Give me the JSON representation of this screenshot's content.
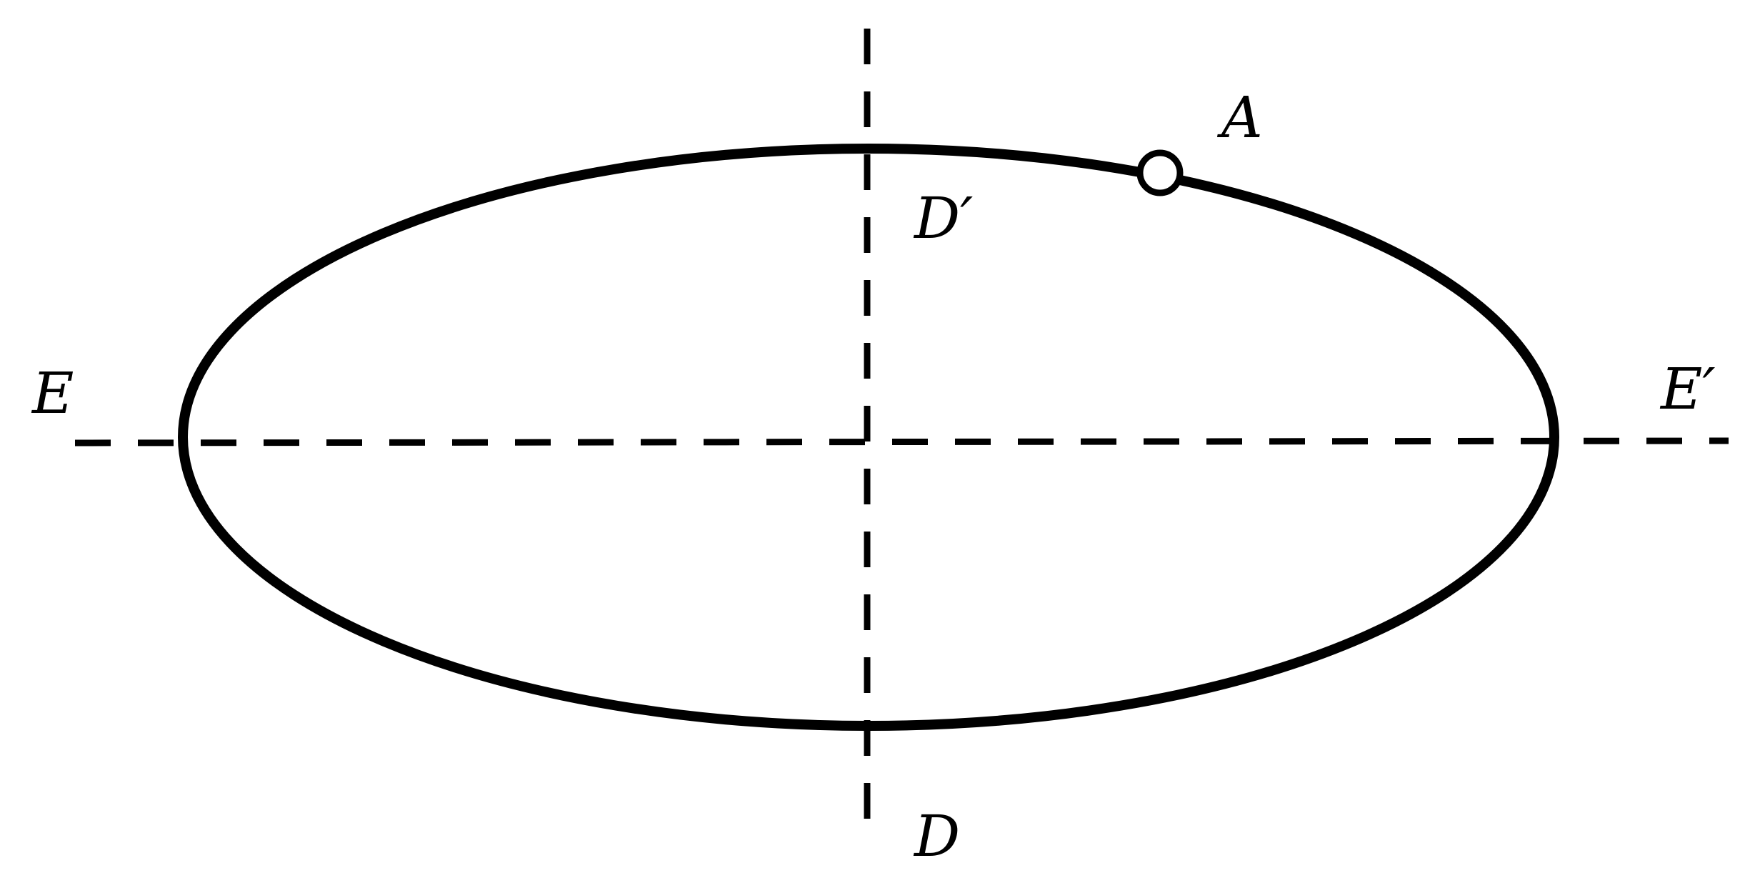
{
  "diagram": {
    "labels": {
      "A": "A",
      "D_prime": "D′",
      "D": "D",
      "E": "E",
      "E_prime": "E′"
    },
    "colors": {
      "stroke": "#000000",
      "background": "#ffffff",
      "marker_fill": "#ffffff"
    }
  }
}
